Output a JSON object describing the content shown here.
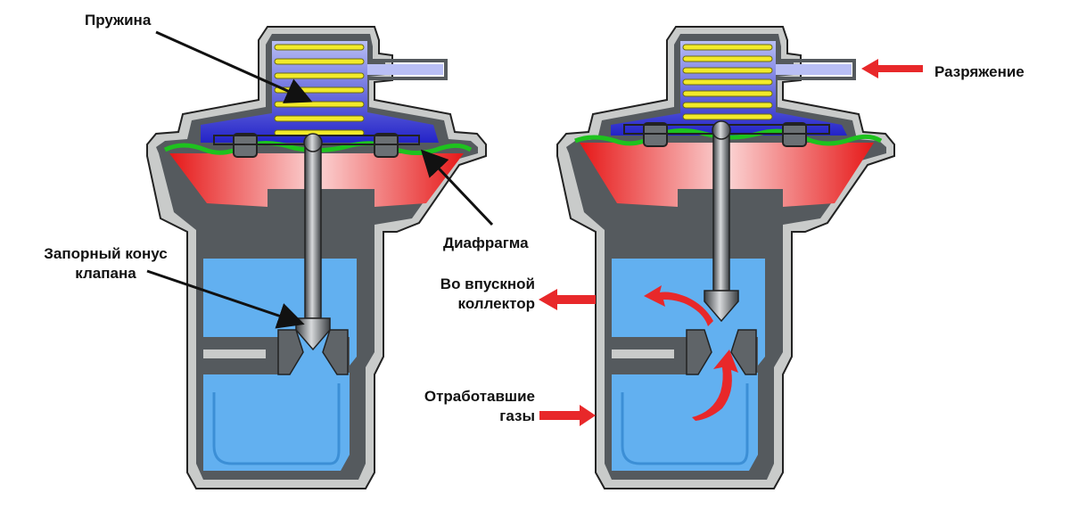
{
  "labels": {
    "spring": "Пружина",
    "diaphragm": "Диафрагма",
    "valve_cone_line1": "Запорный конус",
    "valve_cone_line2": "клапана",
    "vacuum": "Разряжение",
    "intake_line1": "Во впускной",
    "intake_line2": "коллектор",
    "exhaust_line1": "Отработавшие",
    "exhaust_line2": "газы"
  },
  "colors": {
    "body": "#555a5e",
    "body_light": "#c9cbca",
    "chamber_top": "#2323c8",
    "chamber_top_light": "#b9bff5",
    "chamber_red": "#e61818",
    "chamber_red_light": "#fbd4d4",
    "gas": "#62b0f0",
    "gas_dark": "#3c8fd6",
    "spring": "#f2ea2a",
    "diaphragm": "#1ec21e",
    "arrow_red": "#e8282a",
    "leader": "#111111"
  },
  "states": {
    "left": "closed",
    "right": "open"
  }
}
